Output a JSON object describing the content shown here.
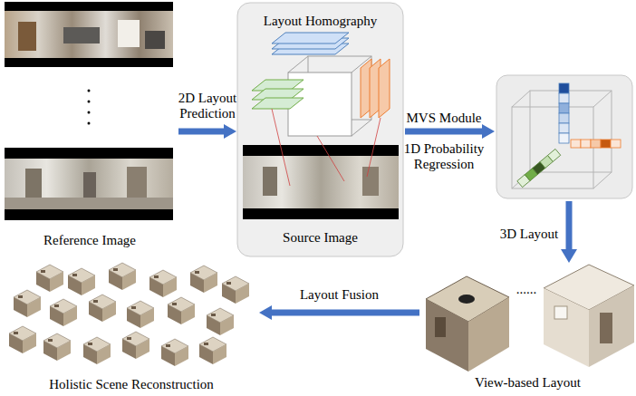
{
  "diagram": {
    "nodes": [
      {
        "text": [
          "Reference Image"
        ]
      },
      {
        "text": [
          "Layout Homography",
          "Source Image"
        ]
      },
      {
        "text": [
          "......",
          "View-based Layout"
        ]
      },
      {
        "text": [
          "Holistic Scene Reconstruction"
        ]
      }
    ],
    "edges": [
      {
        "from": 0,
        "to": 1,
        "arrow": "to",
        "label": "2D Layout Prediction"
      },
      {
        "from": 2,
        "to": 3,
        "arrow": "to",
        "label": "Layout Fusion"
      }
    ],
    "labels": [
      "MVS Module",
      "1D Probability Regression",
      "3D Layout"
    ]
  }
}
